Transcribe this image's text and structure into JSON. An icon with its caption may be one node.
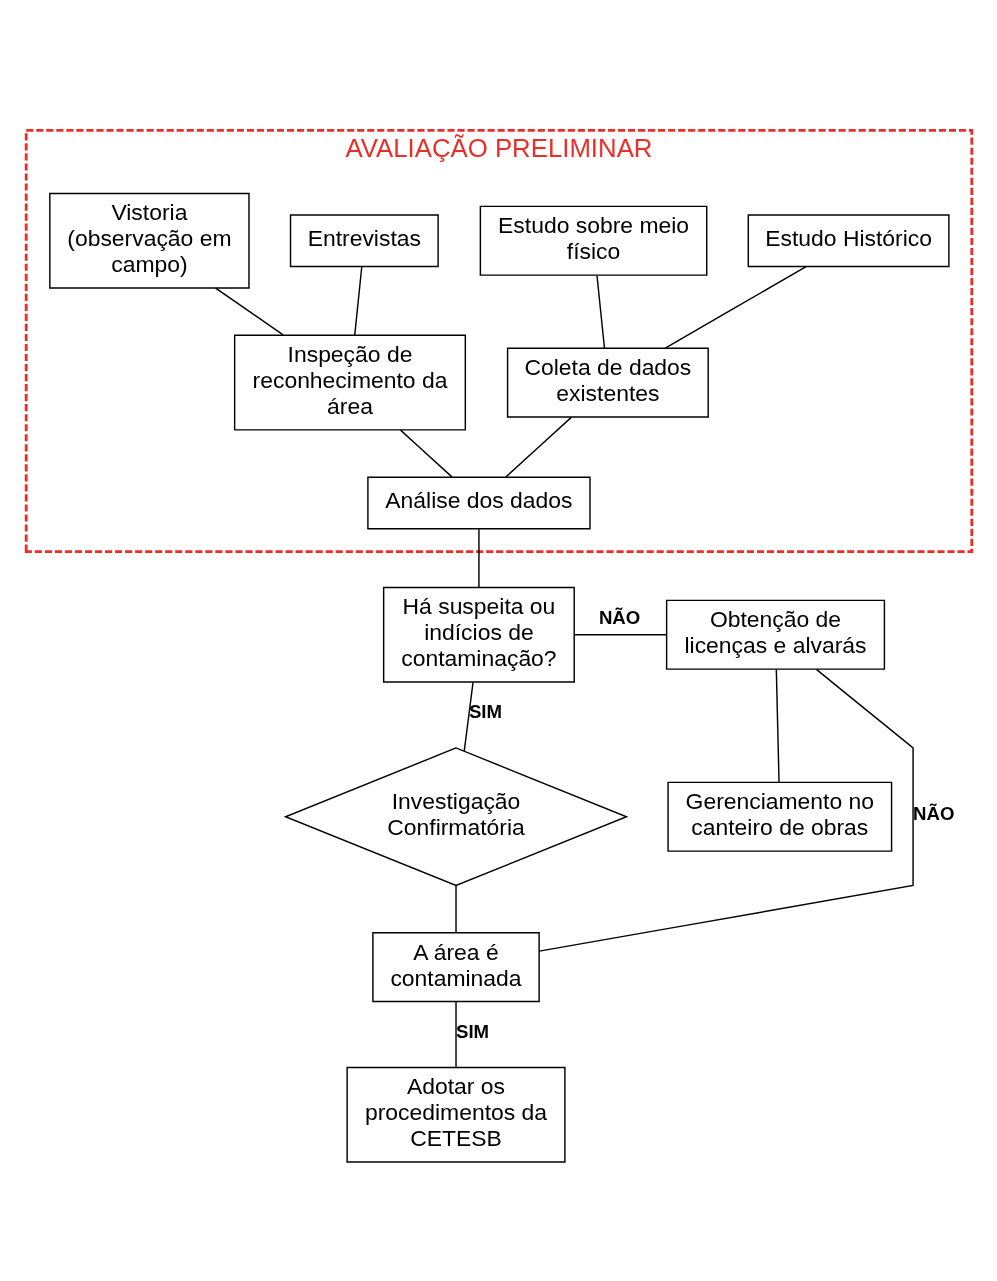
{
  "diagram": {
    "nodes": [
      {
        "text": [
          "AVALIAÇÃO PRELIMINAR"
        ]
      },
      {
        "text": [
          "Estudo Histórico"
        ],
        "in": 0
      },
      {
        "text": [
          "Estudo sobre meio físico"
        ],
        "in": 0
      },
      {
        "text": [
          "Entrevistas"
        ],
        "in": 0
      },
      {
        "text": [
          "Vistoria (observação em campo)"
        ],
        "in": 0
      },
      {
        "text": [
          "Coleta de dados existentes"
        ],
        "in": 0
      },
      {
        "text": [
          "Inspeção de reconhecimento da área"
        ],
        "in": 0
      },
      {
        "text": [
          "Análise dos dados"
        ],
        "in": 0
      },
      {
        "text": [
          "Há suspeita ou indícios de contaminação?"
        ]
      },
      {
        "text": [
          "Obtenção de licenças e alvarás"
        ]
      },
      {
        "text": [
          "Investigação Confirmatória"
        ]
      },
      {
        "text": [
          "Gerenciamento no canteiro de obras"
        ]
      },
      {
        "text": [
          "A área é contaminada"
        ]
      },
      {
        "text": [
          "Adotar os procedimentos da CETESB"
        ]
      }
    ],
    "edges": [
      {
        "from": 1,
        "to": 5,
        "arrow": "none"
      },
      {
        "from": 2,
        "to": 5,
        "arrow": "none"
      },
      {
        "from": 3,
        "to": 6,
        "arrow": "none"
      },
      {
        "from": 4,
        "to": 6,
        "arrow": "none"
      },
      {
        "from": 5,
        "to": 7,
        "arrow": "none"
      },
      {
        "from": 6,
        "to": 7,
        "arrow": "none"
      },
      {
        "from": 7,
        "to": 8,
        "arrow": "none"
      },
      {
        "from": 8,
        "to": 9,
        "arrow": "none",
        "label": "NÃO"
      },
      {
        "from": 8,
        "to": 10,
        "arrow": "none",
        "label": "SIM"
      },
      {
        "from": 9,
        "to": 11,
        "arrow": "none"
      },
      {
        "from": 10,
        "to": 12,
        "arrow": "none"
      },
      {
        "from": 12,
        "to": 9,
        "arrow": "none",
        "label": "NÃO"
      },
      {
        "from": 12,
        "to": 13,
        "arrow": "none",
        "label": "SIM"
      }
    ]
  }
}
